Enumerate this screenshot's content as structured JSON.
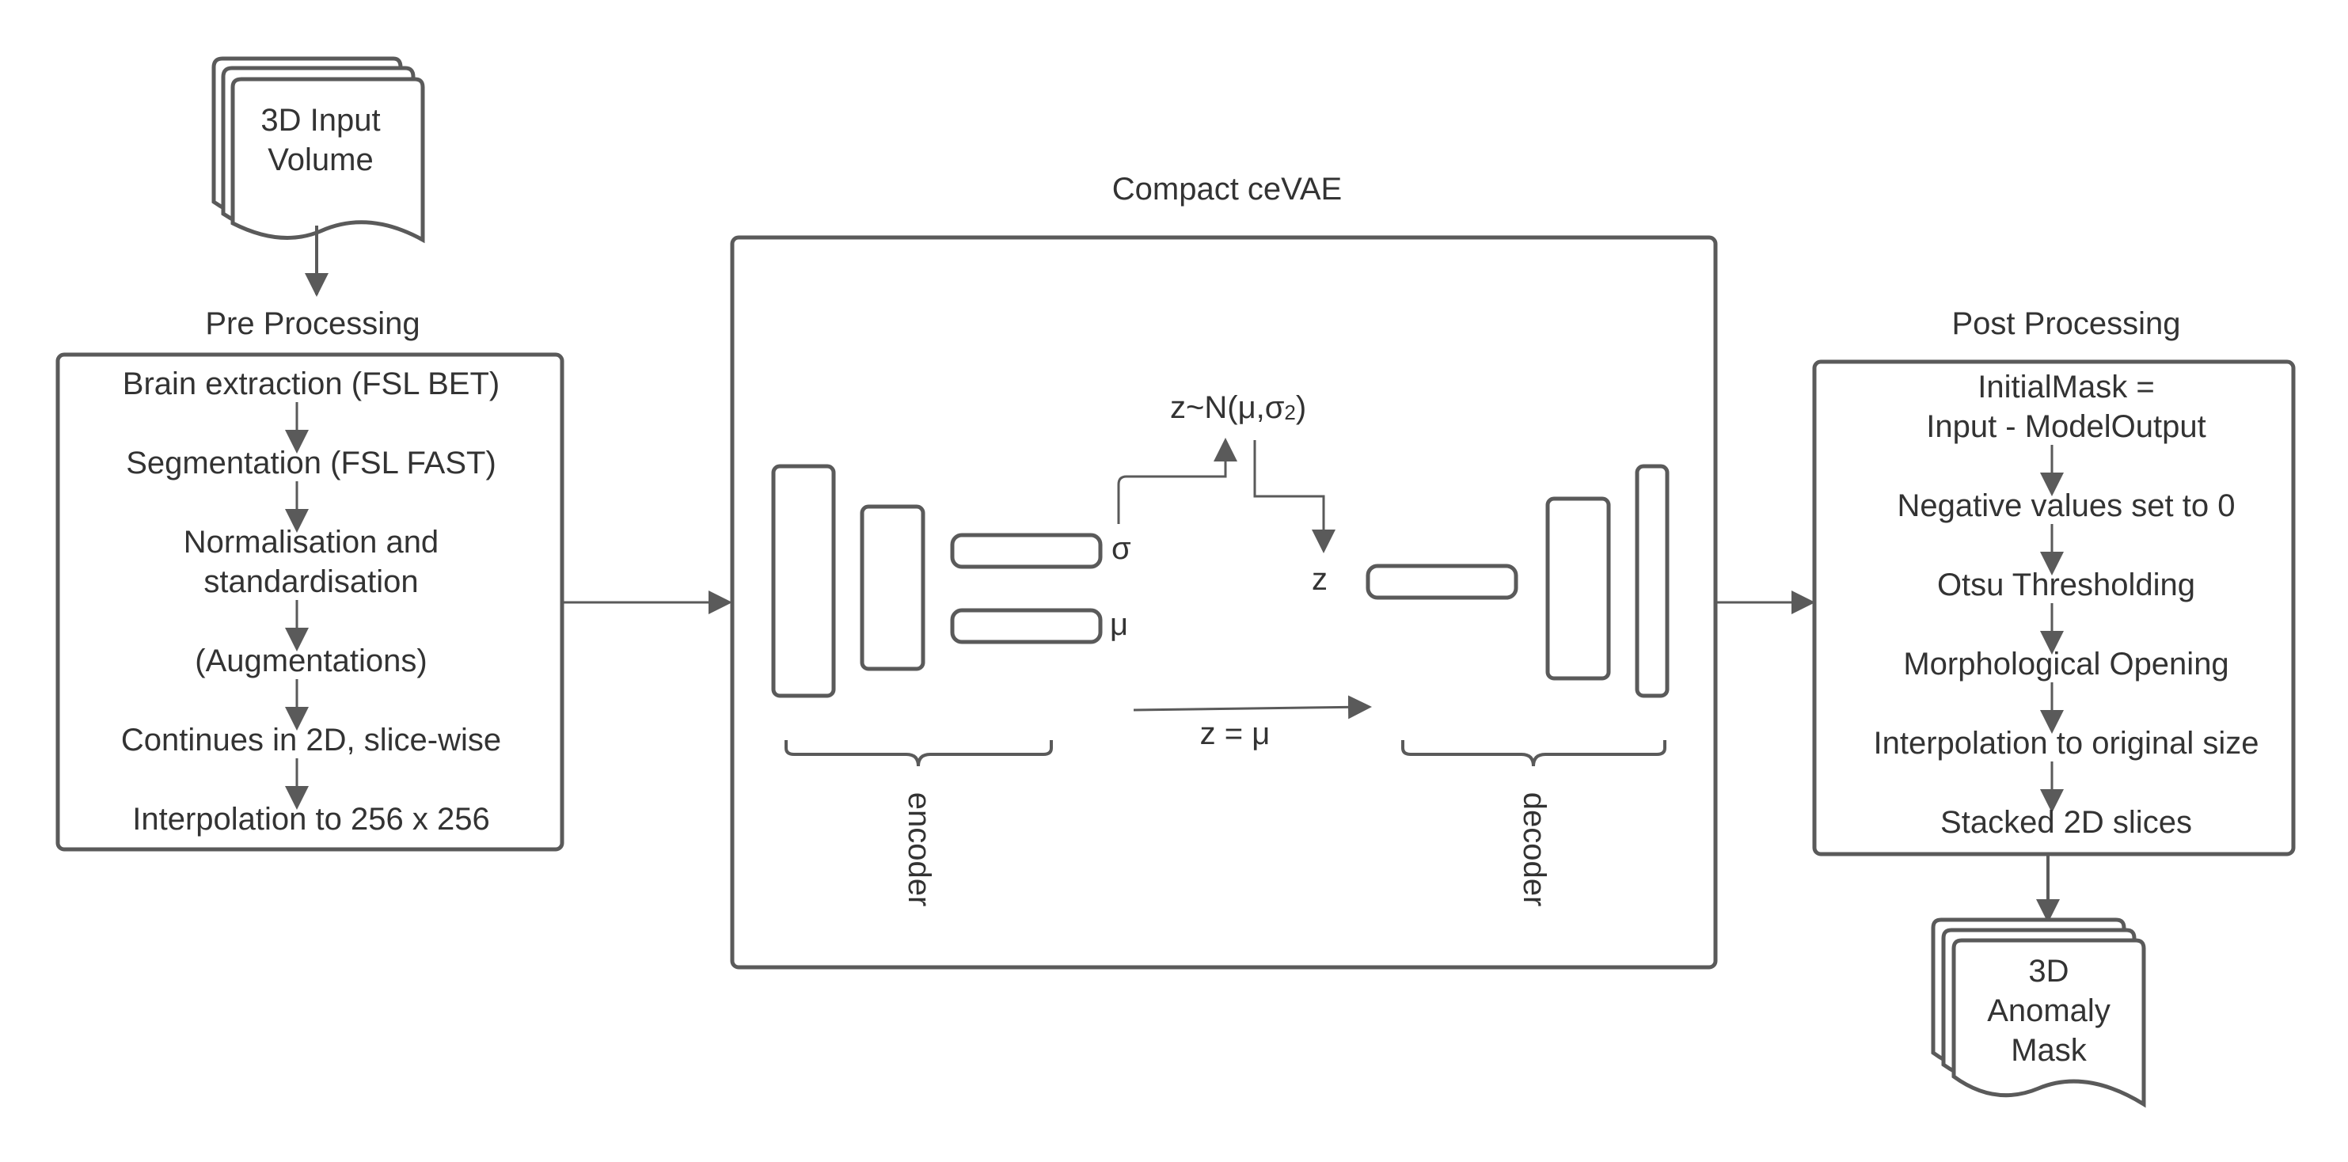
{
  "colors": {
    "stroke": "#5a5a5a",
    "text": "#333333",
    "background": "#ffffff"
  },
  "input_doc": {
    "line1": "3D Input",
    "line2": "Volume",
    "icon": "document-stack-icon"
  },
  "pre": {
    "title": "Pre Processing",
    "steps": [
      [
        "Brain extraction (FSL BET)"
      ],
      [
        "Segmentation (FSL FAST)"
      ],
      [
        "Normalisation and",
        "standardisation"
      ],
      [
        "(Augmentations)"
      ],
      [
        "Continues in 2D, slice-wise"
      ],
      [
        "Interpolation to 256 x 256"
      ]
    ]
  },
  "model": {
    "title": "Compact ceVAE",
    "sigma": "σ",
    "mu": "μ",
    "sample": {
      "main": "z~N(μ,σ",
      "sub": "2",
      "close": ")"
    },
    "z": "z",
    "z_eq": "z = μ",
    "encoder": "encoder",
    "decoder": "decoder"
  },
  "post": {
    "title": "Post Processing",
    "steps": [
      [
        "InitialMask =",
        "Input - ModelOutput"
      ],
      [
        "Negative values set to 0"
      ],
      [
        "Otsu Thresholding"
      ],
      [
        "Morphological Opening"
      ],
      [
        "Interpolation to original size"
      ],
      [
        "Stacked 2D slices"
      ]
    ]
  },
  "output_doc": {
    "line1": "3D",
    "line2": "Anomaly",
    "line3": "Mask",
    "icon": "document-stack-icon"
  }
}
